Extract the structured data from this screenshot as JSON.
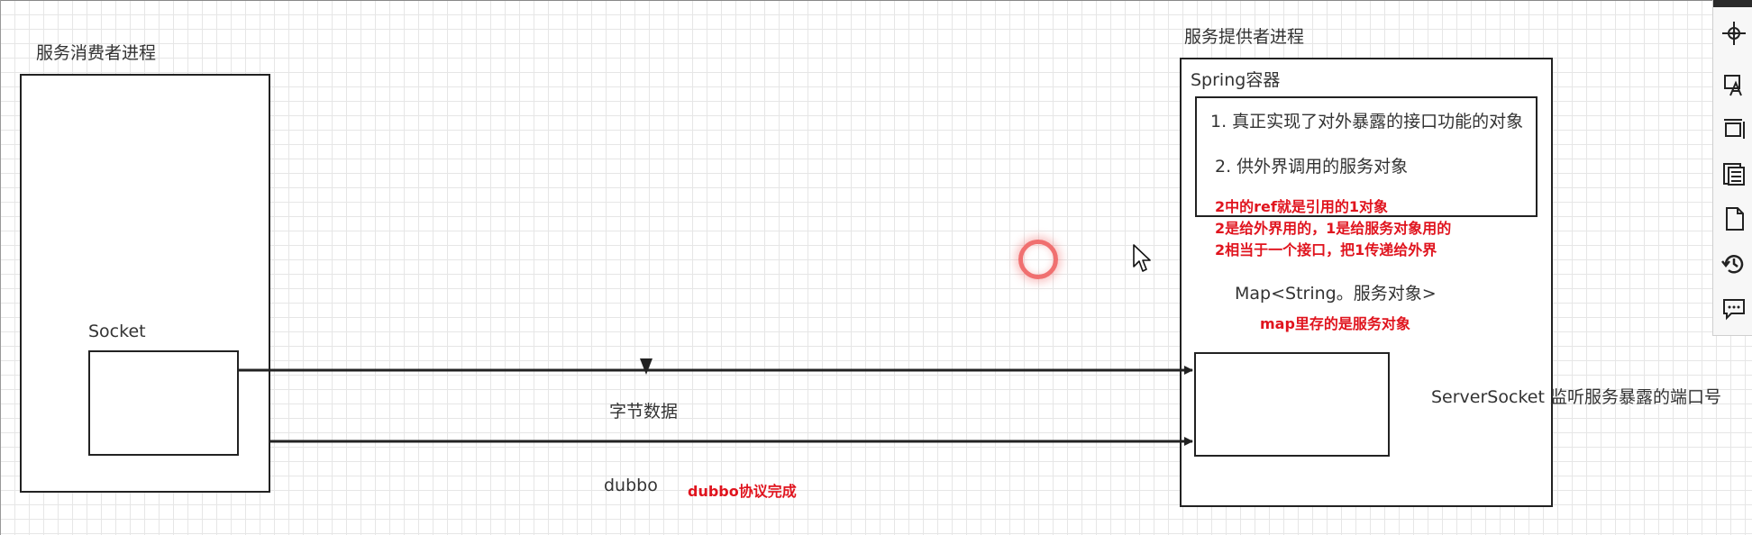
{
  "diagram": {
    "consumer_title": "服务消费者进程",
    "socket_label": "Socket",
    "byte_data_label": "字节数据",
    "dubbo_label": "dubbo",
    "dubbo_note": "dubbo协议完成",
    "provider_title": "服务提供者进程",
    "spring_label": "Spring容器",
    "item1": "1. 真正实现了对外暴露的接口功能的对象",
    "item2": "2.  供外界调用的服务对象",
    "note_line1": "2中的ref就是引用的1对象",
    "note_line2": "2是给外界用的，1是给服务对象用的",
    "note_line3": "2相当于一个接口，把1传递给外界",
    "map_label": "Map<String。服务对象>",
    "map_note": "map里存的是服务对象",
    "server_socket_label": "ServerSocket 监听服务暴露的端口号"
  },
  "colors": {
    "annotation": "#e0141e",
    "stroke": "#222222",
    "grid": "#e6e6e6",
    "cursor_highlight": "#f07070"
  },
  "toolbar": {
    "icons": [
      "navigate-icon",
      "format-icon",
      "resize-icon",
      "outline-icon",
      "page-icon",
      "history-icon",
      "comment-icon"
    ]
  }
}
